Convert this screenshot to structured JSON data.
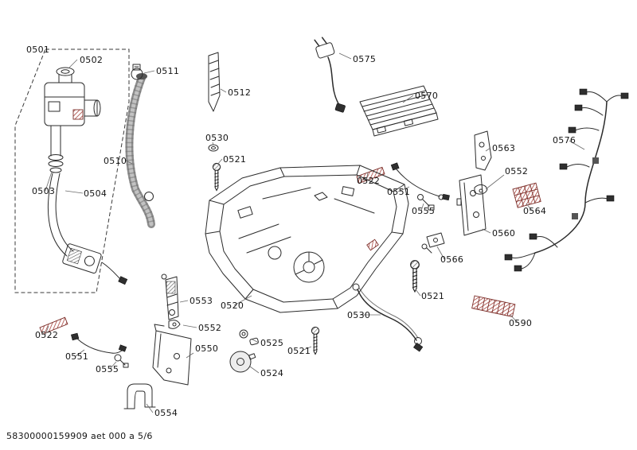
{
  "document": {
    "footer_code": "58300000159909 aet 000 a 5/6"
  },
  "diagram": {
    "description": "Exploded parts diagram - dishwasher base assembly, sheet 5 of 6",
    "labels": {
      "l0501": "0501",
      "l0502": "0502",
      "l0511": "0511",
      "l0512": "0512",
      "l0575": "0575",
      "l0570": "0570",
      "l0576": "0576",
      "l0530_top": "0530",
      "l0521_top": "0521",
      "l0510": "0510",
      "l0503": "0503",
      "l0504": "0504",
      "l0522_top": "0522",
      "l0551_top": "0551",
      "l0563": "0563",
      "l0552_right": "0552",
      "l0555_top": "0555",
      "l0564": "0564",
      "l0560": "0560",
      "l0566": "0566",
      "l0553": "0553",
      "l0552_left": "0552",
      "l0520": "0520",
      "l0521_right": "0521",
      "l0522_left": "0522",
      "l0551_left": "0551",
      "l0550": "0550",
      "l0530_bottom": "0530",
      "l0525": "0525",
      "l0521_bottom": "0521",
      "l0555_bottom": "0555",
      "l0524": "0524",
      "l0554": "0554",
      "l0590": "0590"
    }
  },
  "colors": {
    "line": "#2b2b2b",
    "hatch_red": "#a8443e",
    "hose_gray": "#8d8d8d"
  }
}
